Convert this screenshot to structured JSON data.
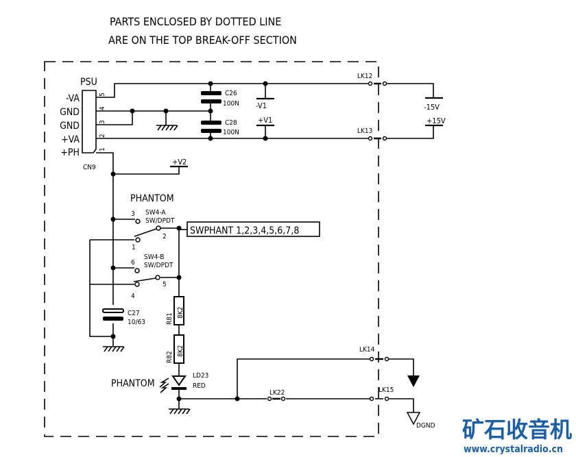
{
  "title": {
    "line1": "PARTS ENCLOSED BY DOTTED LINE",
    "line2": "ARE ON THE TOP BREAK-OFF SECTION"
  },
  "connector": {
    "name": "PSU",
    "ref": "CN9",
    "pins": [
      {
        "label": "-VA",
        "num": "5"
      },
      {
        "label": "GND",
        "num": "4"
      },
      {
        "label": "GND",
        "num": "3"
      },
      {
        "label": "+VA",
        "num": "2"
      },
      {
        "label": "+PH",
        "num": "1"
      }
    ]
  },
  "caps": {
    "c26": {
      "ref": "C26",
      "value": "100N"
    },
    "c28": {
      "ref": "C28",
      "value": "100N"
    },
    "c27": {
      "ref": "C27",
      "value": "10/63"
    }
  },
  "rails": {
    "mv1": "-V1",
    "pv1": "+V1",
    "pv2": "+V2",
    "m15": "-15V",
    "p15": "+15V"
  },
  "links": {
    "lk12": "LK12",
    "lk13": "LK13",
    "lk14": "LK14",
    "lk15": "LK15",
    "lk22": "LK22"
  },
  "phantom_label": "PHANTOM",
  "sw_a": {
    "ref": "SW4-A",
    "type": "SW/DPDT",
    "p3": "3",
    "p1": "1",
    "p2": "2"
  },
  "sw_b": {
    "ref": "SW4-B",
    "type": "SW/DPDT",
    "p6": "6",
    "p4": "4",
    "p5": "5"
  },
  "swphant": "SWPHANT 1,2,3,4,5,6,7,8",
  "r81": {
    "ref": "R81",
    "value": "8K2"
  },
  "r82": {
    "ref": "R82",
    "value": "8K2"
  },
  "led": {
    "ref": "LD23",
    "color": "RED",
    "label": "PHANTOM"
  },
  "dgnd": "DGND",
  "watermark": {
    "cn": "矿石收音机",
    "url": "www.crystalradio.cn",
    "color": "#1a5fa8"
  }
}
